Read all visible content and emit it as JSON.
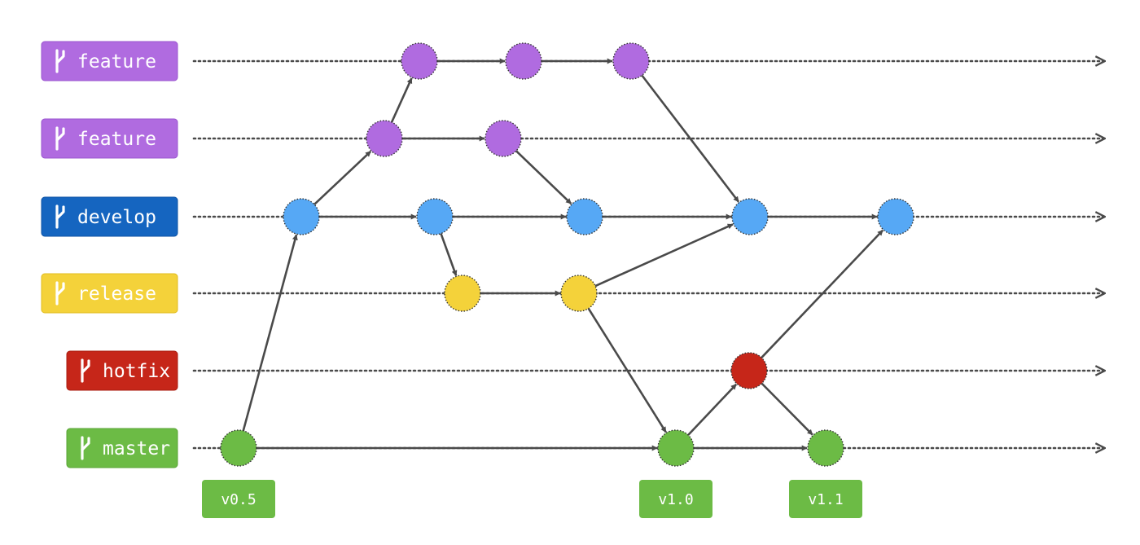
{
  "branches": [
    {
      "id": "feature1",
      "label": "feature",
      "color": "#b06be0",
      "border": "#9a55cf"
    },
    {
      "id": "feature2",
      "label": "feature",
      "color": "#b06be0",
      "border": "#9a55cf"
    },
    {
      "id": "develop",
      "label": "develop",
      "color": "#1565c0",
      "border": "#0d52a3",
      "node_color": "#56a8f5"
    },
    {
      "id": "release",
      "label": "release",
      "color": "#f4d23a",
      "border": "#e0bc20"
    },
    {
      "id": "hotfix",
      "label": "hotfix",
      "color": "#c62619",
      "border": "#a81c10"
    },
    {
      "id": "master",
      "label": "master",
      "color": "#6cbb45",
      "border": "#58a535"
    }
  ],
  "commits": [
    {
      "id": "f1a",
      "branch": "feature1"
    },
    {
      "id": "f1b",
      "branch": "feature1"
    },
    {
      "id": "f1c",
      "branch": "feature1"
    },
    {
      "id": "f2a",
      "branch": "feature2"
    },
    {
      "id": "f2b",
      "branch": "feature2"
    },
    {
      "id": "d1",
      "branch": "develop"
    },
    {
      "id": "d2",
      "branch": "develop"
    },
    {
      "id": "d3",
      "branch": "develop"
    },
    {
      "id": "d4",
      "branch": "develop"
    },
    {
      "id": "d5",
      "branch": "develop"
    },
    {
      "id": "r1",
      "branch": "release"
    },
    {
      "id": "r2",
      "branch": "release"
    },
    {
      "id": "h1",
      "branch": "hotfix"
    },
    {
      "id": "m1",
      "branch": "master"
    },
    {
      "id": "m2",
      "branch": "master"
    },
    {
      "id": "m3",
      "branch": "master"
    }
  ],
  "edges": [
    [
      "m1",
      "d1"
    ],
    [
      "m1",
      "m2"
    ],
    [
      "d1",
      "f2a"
    ],
    [
      "d1",
      "d2"
    ],
    [
      "f2a",
      "f1a"
    ],
    [
      "f2a",
      "f2b"
    ],
    [
      "f1a",
      "f1b"
    ],
    [
      "f1b",
      "f1c"
    ],
    [
      "f2b",
      "d3"
    ],
    [
      "f1c",
      "d4"
    ],
    [
      "d2",
      "d3"
    ],
    [
      "d2",
      "r1"
    ],
    [
      "d3",
      "d4"
    ],
    [
      "d4",
      "d5"
    ],
    [
      "r1",
      "r2"
    ],
    [
      "r2",
      "d4"
    ],
    [
      "r2",
      "m2"
    ],
    [
      "m2",
      "h1"
    ],
    [
      "m2",
      "m3"
    ],
    [
      "h1",
      "d5"
    ],
    [
      "h1",
      "m3"
    ]
  ],
  "tags": [
    {
      "label": "v0.5",
      "commit": "m1",
      "color": "#6cbb45"
    },
    {
      "label": "v1.0",
      "commit": "m2",
      "color": "#6cbb45"
    },
    {
      "label": "v1.1",
      "commit": "m3",
      "color": "#6cbb45"
    }
  ],
  "colors": {
    "edge": "#4a4a4a",
    "lane_line": "#4a4a4a",
    "node_outline": "#333333"
  },
  "icons": {
    "branch": "git-branch-icon"
  }
}
